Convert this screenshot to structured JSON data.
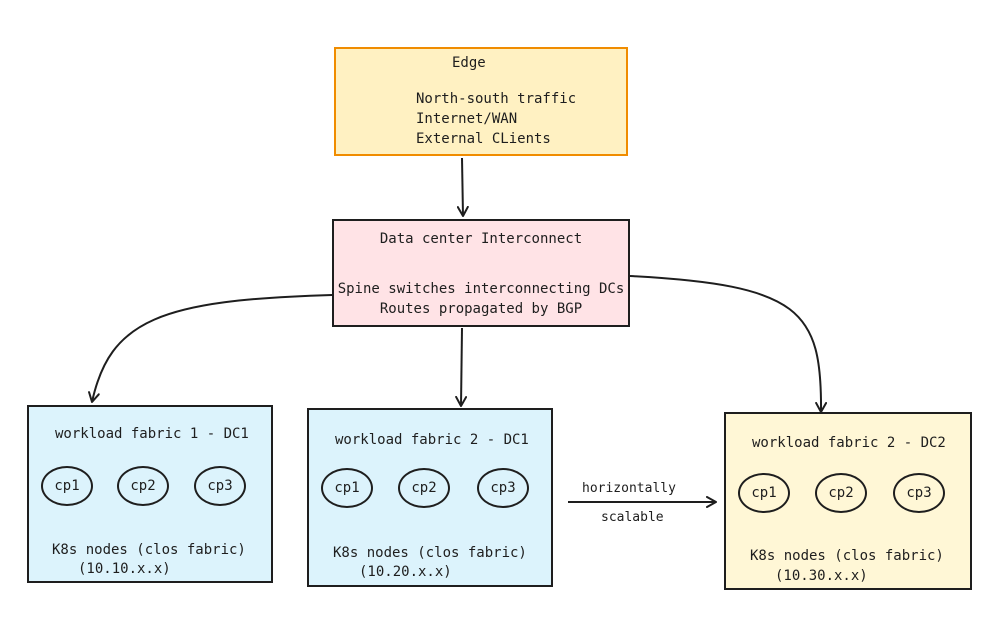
{
  "colors": {
    "edge_fill": "#fff1c2",
    "edge_stroke": "#f08c00",
    "dci_fill": "#ffe3e6",
    "dci_stroke": "#1e1e1e",
    "fabric_blue_fill": "#dcf3fc",
    "fabric_yellow_fill": "#fff7d6",
    "stroke": "#1e1e1e"
  },
  "edge": {
    "title": "Edge",
    "lines": [
      "North-south traffic",
      "Internet/WAN",
      "External CLients"
    ]
  },
  "dci": {
    "title": "Data center Interconnect",
    "lines": [
      "Spine switches interconnecting DCs",
      "Routes propagated by BGP"
    ]
  },
  "fabrics": [
    {
      "title": "workload fabric 1 - DC1",
      "nodes": [
        "cp1",
        "cp2",
        "cp3"
      ],
      "footer": "K8s nodes (clos fabric)",
      "subnet": "(10.10.x.x)"
    },
    {
      "title": "workload fabric 2 - DC1",
      "nodes": [
        "cp1",
        "cp2",
        "cp3"
      ],
      "footer": "K8s nodes (clos fabric)",
      "subnet": "(10.20.x.x)"
    },
    {
      "title": "workload fabric 2 - DC2",
      "nodes": [
        "cp1",
        "cp2",
        "cp3"
      ],
      "footer": "K8s nodes (clos fabric)",
      "subnet": "(10.30.x.x)"
    }
  ],
  "scale_label": {
    "line1": "horizontally",
    "line2": "scalable"
  }
}
